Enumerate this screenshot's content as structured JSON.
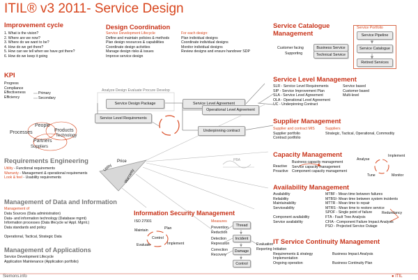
{
  "title": "ITIL® v3 2011- Service Design",
  "improvement": {
    "heading": "Improvement cycle",
    "items": [
      "1. What is the vision?",
      "2. Where are we now?",
      "3. Where do we want to be?",
      "4. How do we get there?",
      "5. How can we tell when we have got there?",
      "6. How do we keep it going"
    ]
  },
  "kpi": {
    "heading": "KPI",
    "items": [
      "Progress",
      "Compliance",
      "Effectiveness",
      "Efficiency"
    ],
    "primary": "Primary",
    "secondary": "Secondary"
  },
  "venn": {
    "people": "People",
    "processes": "Processes",
    "products": "Products",
    "technology": "Technology",
    "partners": "Partners",
    "suppliers": "Suppliers"
  },
  "requirements": {
    "heading": "Requirements Engineering",
    "lines": [
      {
        "label": "Utility",
        "text": " - Functional requirements"
      },
      {
        "label": "Warranty",
        "text": " - Management & operational requirements"
      },
      {
        "label": "Look & feel",
        "text": " - Usability requirements"
      }
    ]
  },
  "data_mgmt": {
    "heading": "Management of Data and Information",
    "sub": "Management of",
    "items": [
      "Data Sources (Data administration)",
      "Data- and information technology (Database mgmt)",
      "Information processes (Data lifecycle w/ Appl. Mgmt.)",
      "Data standards and policy"
    ],
    "footer": "Operational, Tactical, Strategic Data"
  },
  "apps": {
    "heading": "Management of Applications",
    "items": [
      "Service Development Lifecycle",
      "Application Maintenance (Application portfolio)"
    ]
  },
  "design_coord": {
    "heading": "Design Coordination",
    "left_title": "Service Development Lifecycle",
    "left_items": [
      "Define and maintain policies & methods",
      "Plan design resources & capabilities",
      "Coordinate design activities",
      "Manage design risks & issues",
      "Improve service design"
    ],
    "right_title": "For each design:",
    "right_items": [
      "Plan individual designs",
      "Coordinate individual designs",
      "Monitor individual designs",
      "Review designs and ensure handover SDP"
    ]
  },
  "flow": {
    "caption": "Analyze Design Evaluate Procure Develop",
    "sdp": "Service Design Package",
    "sla": "Service Level Agreement",
    "slr": "Service Level Requirements",
    "ola": "Operational Level Agreement",
    "uc": "Underpinning contract"
  },
  "triangle": {
    "price": "Price",
    "utility": "Utility",
    "warranty": "Warranty",
    "pba": "PBA"
  },
  "catalogue": {
    "heading": "Service Catalogue",
    "heading2": "Management",
    "customer_facing": "Customer facing",
    "supporting": "Supporting",
    "business_service": "Business Service",
    "technical_service": "Technical Service",
    "portfolio": "Service Portfolio",
    "pipeline": "Service Pipeline",
    "catalogue": "Service Catalogue",
    "retired": "Retired Services"
  },
  "slm": {
    "heading": "Service Level Management",
    "left": [
      "SLR - Service Level Requirements",
      "SIP - Service Improvement Plan",
      "SLA - Service Level Agreement",
      "OLA - Operational Level Agreement",
      "UC - Underpinning Contract"
    ],
    "right": [
      "Service based",
      "Customer based",
      "Multi-level"
    ]
  },
  "supplier": {
    "heading": "Supplier Management",
    "left_title": "Supplier and contract MIS",
    "left_items": [
      "Supplier portfolio",
      "Contract portfolio"
    ],
    "right_title": "Suppliers",
    "right_items": [
      "Strategic, Tactical, Operational, Commodity"
    ]
  },
  "capacity": {
    "heading": "Capacity Management",
    "reactive": "Reactive",
    "proactive": "Proactive",
    "items": [
      "Business capacity management",
      "Service capacity management",
      "Component capacity management"
    ],
    "cycle": {
      "analyse": "Analyse",
      "implement": "Implement",
      "tune": "Tune",
      "monitor": "Monitor"
    }
  },
  "availability": {
    "heading": "Availability Management",
    "left": [
      "Availability",
      "Reliability",
      "Maintainability",
      "Serviceability",
      "",
      "Component availability",
      "Service availability"
    ],
    "right": [
      "MTBF - Mean time between failures",
      "MTBSI- Mean time between system incidents",
      "MTTR - Mean time to repair",
      "MTRS - Mean time to restore service",
      "SPOF - Single point of failure",
      "FTA - Fault Tree Analysis",
      "CFIA - Component Failure Impact Analysis",
      "PSO - Projected Service Outage"
    ],
    "redundancy": "Redundancy"
  },
  "security": {
    "heading": "Information Security Management",
    "iso": "ISO 27001",
    "measures": "Measures",
    "cycle": {
      "plan": "Plan",
      "maintain": "Maintain",
      "control": "Control",
      "evaluate": "Evaluate",
      "implement": "Implement"
    },
    "left": [
      "Prevention",
      "Reduction",
      "Detection",
      "Repression",
      "Correction",
      "Recovery"
    ],
    "boxes": [
      "Thread",
      "Incident",
      "Damage",
      "Control"
    ],
    "evaluation": "Evaluation",
    "reporting": "Reporting"
  },
  "itscm": {
    "heading": "IT Service Continuity Management",
    "left": [
      "Initiation",
      "Requirements & strategy",
      "Implementation",
      "Ongoing operation"
    ],
    "right": [
      "Business Impact Analysis",
      "Business Continuity Plan"
    ]
  },
  "footer": {
    "left": "Siemons.info",
    "right": "ITIL"
  },
  "colors": {
    "accent": "#c8341a",
    "title": "#d8461d",
    "box": "#e9e9e9",
    "line": "#8a8a8a"
  }
}
